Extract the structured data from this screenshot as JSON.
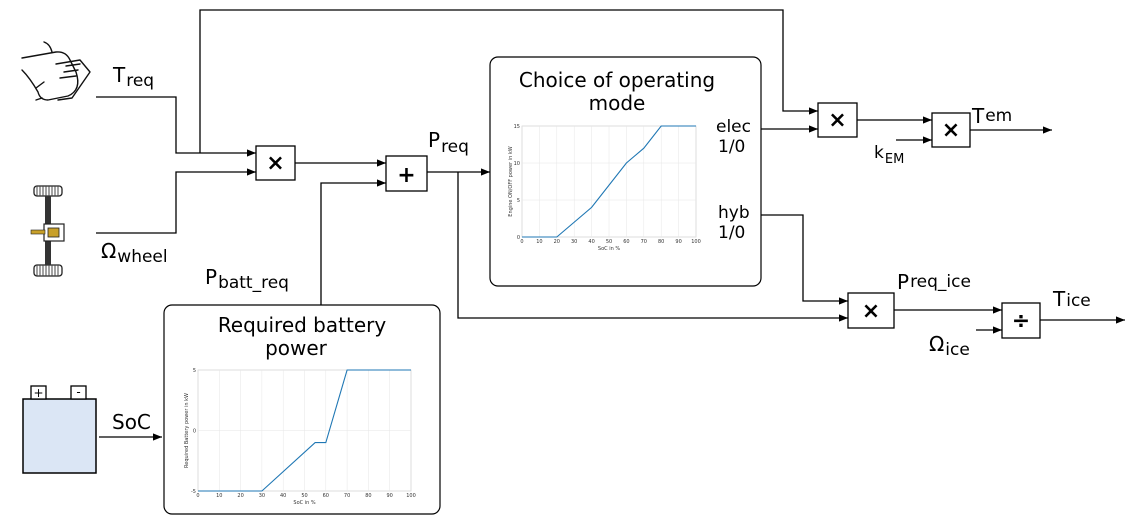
{
  "signals": {
    "t_req": {
      "main": "T",
      "sub": "req"
    },
    "omega_wheel": {
      "main": "Ω",
      "sub": "wheel"
    },
    "p_req": {
      "main": "P",
      "sub": "req"
    },
    "p_batt_req": {
      "main": "P",
      "sub": "batt_req"
    },
    "soc": "SoC",
    "t_em": {
      "main": "T",
      "sub": "em"
    },
    "k_em": {
      "main": "k",
      "sub": "EM"
    },
    "p_req_ice": {
      "main": "P",
      "sub": "req_ice"
    },
    "omega_ice": {
      "main": "Ω",
      "sub": "ice"
    },
    "t_ice": {
      "main": "T",
      "sub": "ice"
    }
  },
  "operators": {
    "multiply": "×",
    "add": "+",
    "divide": "÷"
  },
  "mode_block": {
    "title_line1": "Choice of operating",
    "title_line2": "mode",
    "out_elec_1": "elec",
    "out_elec_2": "1/0",
    "out_hyb_1": "hyb",
    "out_hyb_2": "1/0"
  },
  "battery_block": {
    "title_line1": "Required battery",
    "title_line2": "power"
  },
  "battery_icon": {
    "plus": "+",
    "minus": "-",
    "fill_color": "#dbe6f5"
  },
  "chart_data": [
    {
      "type": "line",
      "xlabel": "SoC in %",
      "ylabel": "Engine ON/OFF power in kW",
      "x_ticks": [
        "0",
        "10",
        "20",
        "30",
        "40",
        "50",
        "60",
        "70",
        "80",
        "90",
        "100"
      ],
      "y_ticks": [
        "0",
        "5",
        "10",
        "15"
      ],
      "xlim": [
        0,
        100
      ],
      "ylim": [
        0,
        15
      ],
      "grid": true,
      "color": "#1f77b4",
      "x": [
        0,
        20,
        40,
        60,
        70,
        80,
        100
      ],
      "y": [
        0,
        0,
        4,
        10,
        12,
        15,
        15
      ]
    },
    {
      "type": "line",
      "xlabel": "SoC in %",
      "ylabel": "Required Battery power in kW",
      "x_ticks": [
        "0",
        "10",
        "20",
        "30",
        "40",
        "50",
        "60",
        "70",
        "80",
        "90",
        "100"
      ],
      "y_ticks": [
        "-5",
        "0",
        "5"
      ],
      "xlim": [
        0,
        100
      ],
      "ylim": [
        -5,
        5
      ],
      "grid": true,
      "color": "#1f77b4",
      "x": [
        0,
        30,
        55,
        60,
        70,
        100
      ],
      "y": [
        -5,
        -5,
        -1,
        -1,
        5,
        5
      ]
    }
  ]
}
